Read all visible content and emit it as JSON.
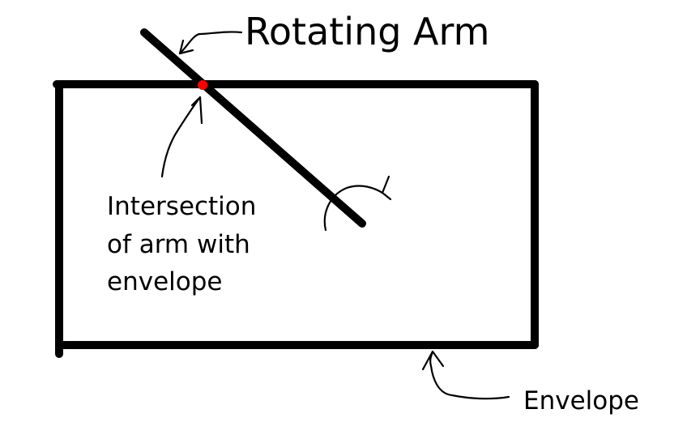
{
  "labels": {
    "rotating_arm": "Rotating Arm",
    "intersection_lines": [
      "Intersection",
      "of arm with",
      "envelope"
    ],
    "envelope": "Envelope"
  },
  "colors": {
    "stroke": "#000000",
    "intersection_point": "#ff0000",
    "background": "#ffffff"
  },
  "icons": {
    "rotation": "curved-rotation-arrow-icon",
    "pointer": "hand-drawn-arrow-icon"
  }
}
